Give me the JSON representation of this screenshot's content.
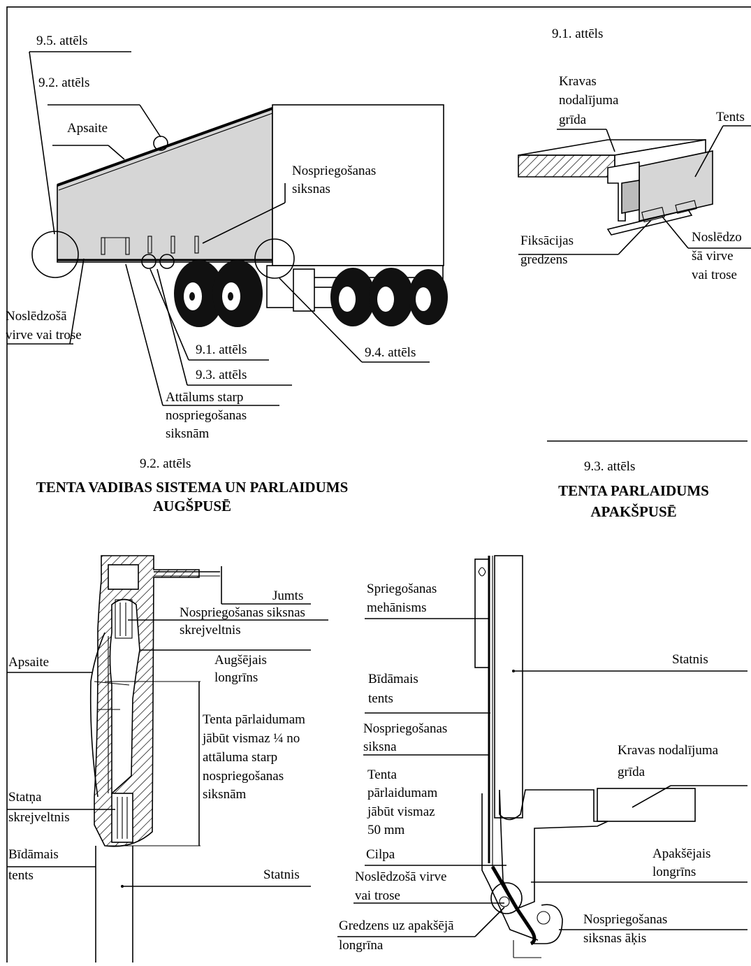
{
  "figures": {
    "f91": "9.1. attēls",
    "f92": "9.2. attēls",
    "f93": "9.3. attēls",
    "f94": "9.4. attēls",
    "f95": "9.5. attēls"
  },
  "truck": {
    "ref_95": "9.5. attēls",
    "ref_92": "9.2. attēls",
    "apsaite": "Apsaite",
    "tension_straps": [
      "Nospriegošanas",
      "siksnas"
    ],
    "closing_rope": [
      "Noslēdzošā",
      "virve vai trose"
    ],
    "ref_91": "9.1. attēls",
    "ref_93": "9.3. attēls",
    "ref_94": "9.4. attēls",
    "strap_distance": [
      "Attālums starp",
      "nospriegošanas",
      "siksnām"
    ]
  },
  "detail_91": {
    "caption": "9.1. attēls",
    "floor": [
      "Kravas",
      "nodalījuma",
      "grīda"
    ],
    "tent": "Tents",
    "fix_ring": [
      "Fiksācijas",
      "gredzens"
    ],
    "closing_rope": [
      "Noslēdzo",
      "šā virve",
      "vai trose"
    ]
  },
  "detail_92": {
    "caption": "9.2. attēls",
    "title": [
      "TENTA VADIBAS SISTEMA UN PARLAIDUMS",
      "AUGŠPUSĒ"
    ],
    "roof": "Jumts",
    "strap_runner": [
      "Nospriegošanas siksnas",
      "skrejveltnis"
    ],
    "apsaite": "Apsaite",
    "upper_rail": [
      "Augšējais",
      "longrīns"
    ],
    "overlap": [
      "Tenta pārlaidumam",
      "jābūt vismaz ¼ no",
      "attāluma starp",
      "nospriegošanas",
      "siksnām"
    ],
    "post_runner": [
      "Statņa",
      "skrejveltnis"
    ],
    "sliding_tent": [
      "Bīdāmais",
      "tents"
    ],
    "post": "Statnis"
  },
  "detail_93": {
    "caption": "9.3. attēls",
    "title": [
      "TENTA PARLAIDUMS",
      "APAKŠPUSĒ"
    ],
    "tension_mech": [
      "Spriegošanas",
      "mehānisms"
    ],
    "post": "Statnis",
    "sliding_tent": [
      "Bīdāmais",
      "tents"
    ],
    "tension_strap": [
      "Nospriegošanas",
      "siksna"
    ],
    "floor": [
      "Kravas nodalījuma",
      "grīda"
    ],
    "overlap": [
      "Tenta",
      "pārlaidumam",
      "jābūt vismaz",
      "50 mm"
    ],
    "lower_rail": [
      "Apakšējais",
      "longrīns"
    ],
    "loop": "Cilpa",
    "closing_rope": [
      "Noslēdzošā virve",
      "vai trose"
    ],
    "ring": [
      "Gredzens uz apakšējā",
      "longrīna"
    ],
    "strap_eye": [
      "Nospriegošanas",
      "siksnas āķis"
    ]
  }
}
